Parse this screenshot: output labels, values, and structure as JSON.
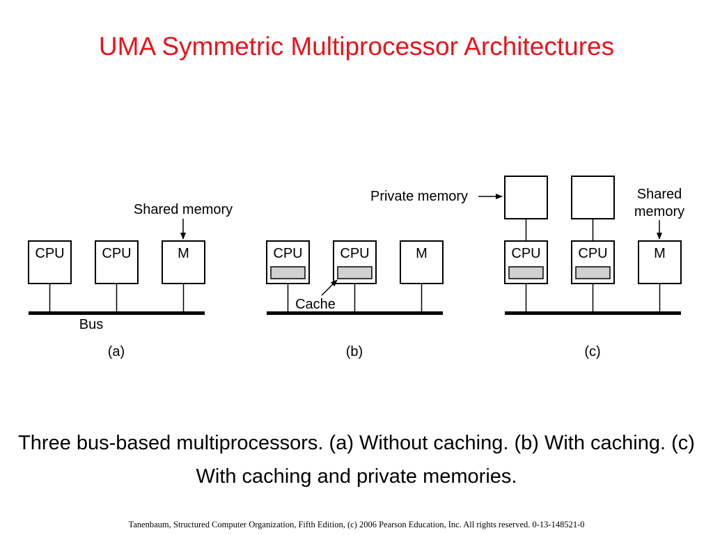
{
  "slide": {
    "title": "UMA Symmetric Multiprocessor Architectures",
    "caption": "Three bus-based multiprocessors.  (a) Without caching.  (b) With caching.  (c) With caching and private memories.",
    "footer": "Tanenbaum, Structured Computer Organization, Fifth Edition, (c) 2006 Pearson Education, Inc. All rights reserved. 0-13-148521-0"
  },
  "diagram": {
    "panel_a": {
      "cpu1_label": "CPU",
      "cpu2_label": "CPU",
      "memory_label": "M",
      "shared_memory_label": "Shared memory",
      "bus_label": "Bus",
      "panel_label": "(a)"
    },
    "panel_b": {
      "cpu1_label": "CPU",
      "cpu2_label": "CPU",
      "memory_label": "M",
      "cache_label": "Cache",
      "panel_label": "(b)"
    },
    "panel_c": {
      "cpu1_label": "CPU",
      "cpu2_label": "CPU",
      "memory_label": "M",
      "private_memory_label": "Private memory",
      "shared_memory_label_line1": "Shared",
      "shared_memory_label_line2": "memory",
      "panel_label": "(c)"
    },
    "colors": {
      "title": "#e8141b",
      "cache_fill": "#d0d0d0",
      "stroke": "#000000"
    }
  }
}
